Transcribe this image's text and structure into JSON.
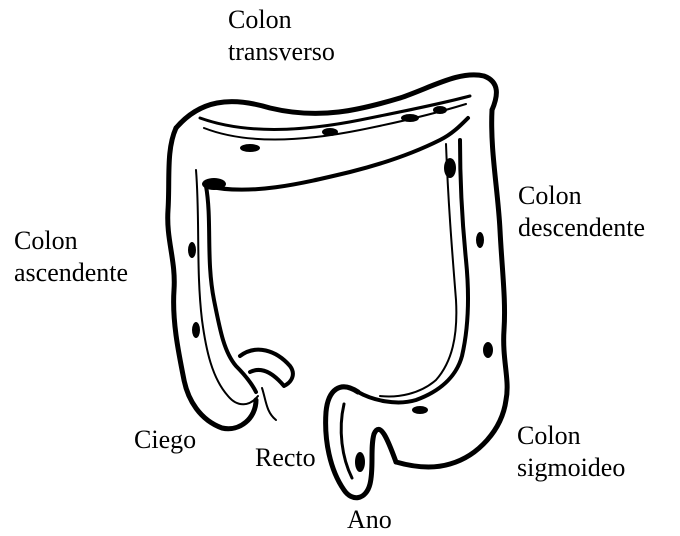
{
  "labels": {
    "transverso": [
      "Colon",
      "transverso"
    ],
    "descendente": [
      "Colon",
      "descendente"
    ],
    "ascendente": [
      "Colon",
      "ascendente"
    ],
    "ciego": "Ciego",
    "recto": "Recto",
    "sigmoideo": [
      "Colon",
      "sigmoideo"
    ],
    "ano": "Ano"
  },
  "colors": {
    "outline": "#000000",
    "background": "#ffffff"
  }
}
